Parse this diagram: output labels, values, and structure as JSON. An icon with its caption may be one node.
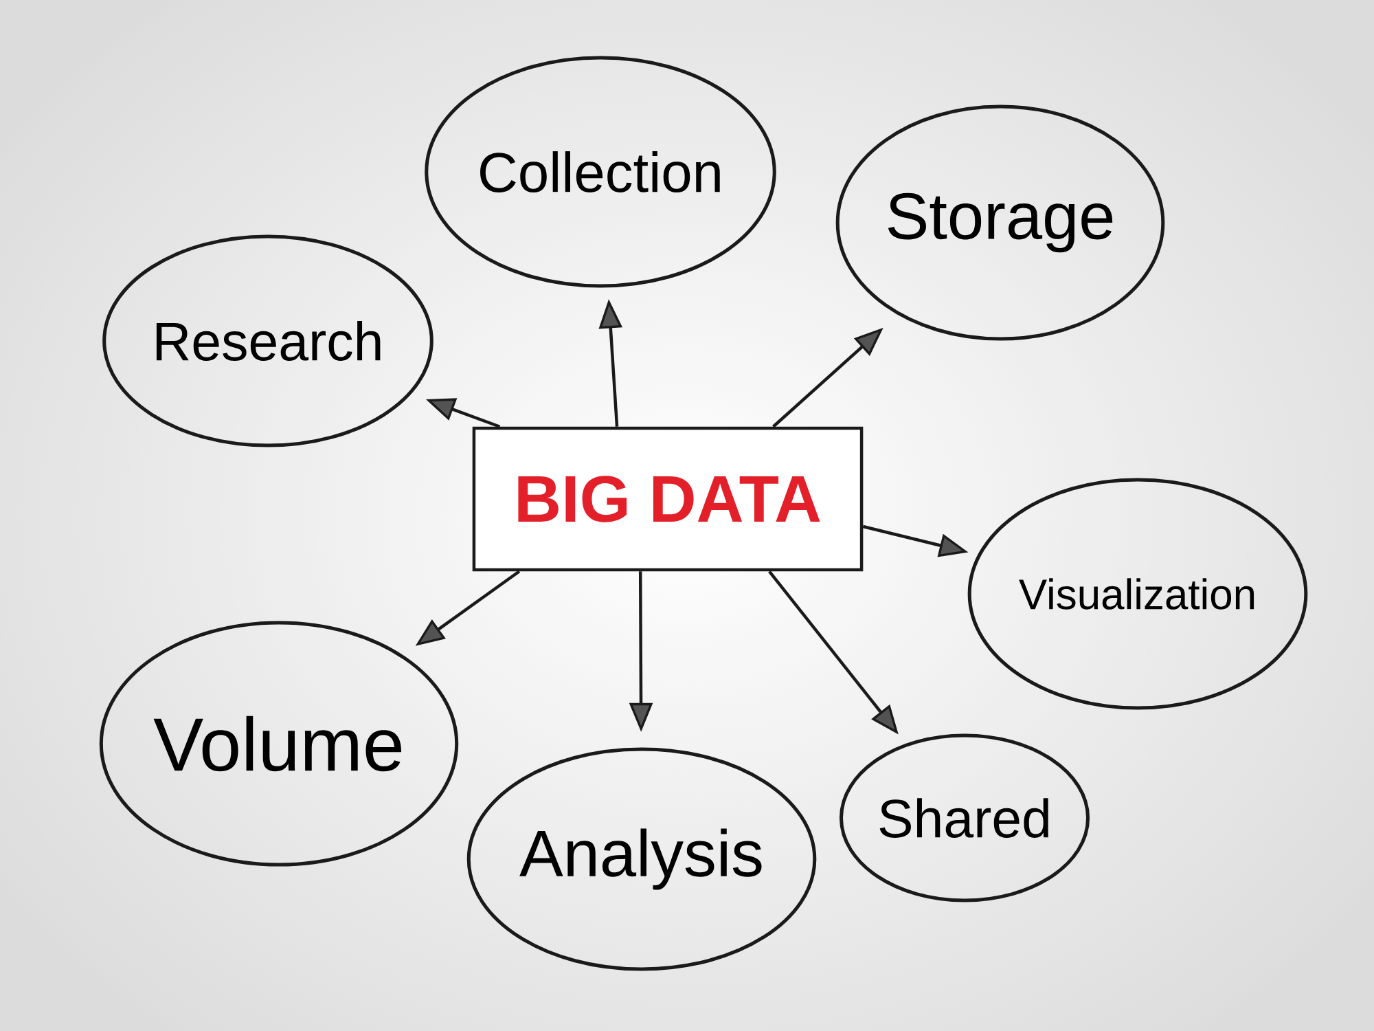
{
  "diagram": {
    "nodes": [
      {
        "text": [
          "Collection"
        ]
      },
      {
        "text": [
          "Storage"
        ]
      },
      {
        "text": [
          "Research"
        ]
      },
      {
        "text": [
          "BIG DATA"
        ]
      },
      {
        "text": [
          "Visualization"
        ]
      },
      {
        "text": [
          "Volume"
        ]
      },
      {
        "text": [
          "Analysis"
        ]
      },
      {
        "text": [
          "Shared"
        ]
      }
    ],
    "edges": [
      {
        "from": 3,
        "to": 0,
        "arrow": "to"
      },
      {
        "from": 3,
        "to": 1,
        "arrow": "to"
      },
      {
        "from": 3,
        "to": 2,
        "arrow": "to"
      },
      {
        "from": 3,
        "to": 4,
        "arrow": "to"
      },
      {
        "from": 3,
        "to": 5,
        "arrow": "to"
      },
      {
        "from": 3,
        "to": 6,
        "arrow": "to"
      },
      {
        "from": 3,
        "to": 7,
        "arrow": "to"
      }
    ]
  }
}
